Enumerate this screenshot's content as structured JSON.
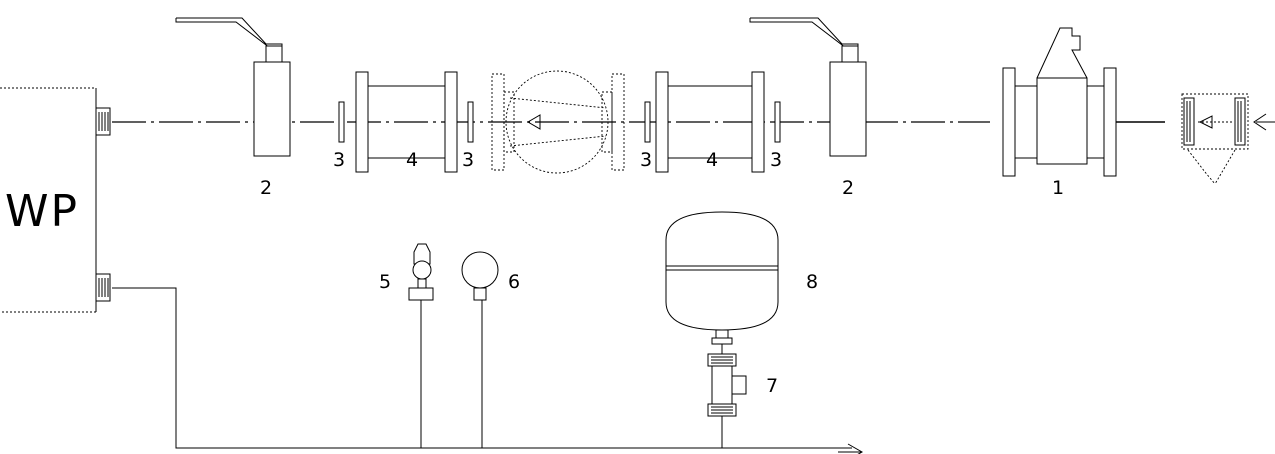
{
  "diagram": {
    "heat_pump_label": "WP",
    "component_numbers": {
      "valve_left": "2",
      "gasket_1": "3",
      "spool_left": "4",
      "gasket_2": "3",
      "gasket_3": "3",
      "spool_right": "4",
      "gasket_4": "3",
      "valve_right": "2",
      "dirt_trap": "1",
      "air_vent": "5",
      "pressure_gauge": "6",
      "expansion_vessel": "8",
      "cap_valve": "7"
    }
  }
}
